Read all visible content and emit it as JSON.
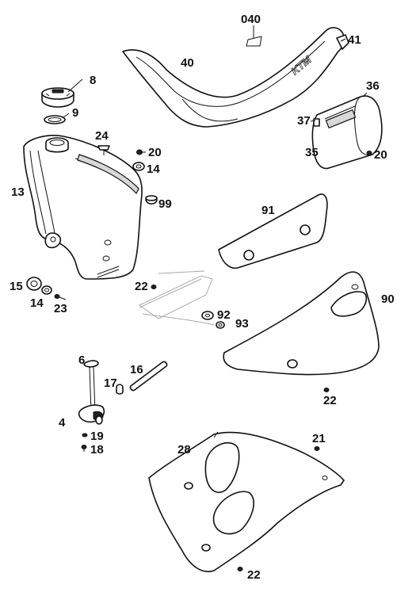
{
  "callouts": [
    {
      "id": "seat-040",
      "label": "040"
    },
    {
      "id": "seat-41",
      "label": "41"
    },
    {
      "id": "seat-40",
      "label": "40"
    },
    {
      "id": "cap-8",
      "label": "8"
    },
    {
      "id": "gasket-9",
      "label": "9"
    },
    {
      "id": "bag-36",
      "label": "36"
    },
    {
      "id": "strap-37",
      "label": "37"
    },
    {
      "id": "bag-35",
      "label": "35"
    },
    {
      "id": "screw-20a",
      "label": "20"
    },
    {
      "id": "screw-20b",
      "label": "20"
    },
    {
      "id": "vent-24",
      "label": "24"
    },
    {
      "id": "bushing-14a",
      "label": "14"
    },
    {
      "id": "tank-13",
      "label": "13"
    },
    {
      "id": "plug-99",
      "label": "99"
    },
    {
      "id": "panel-91",
      "label": "91"
    },
    {
      "id": "mount-15",
      "label": "15"
    },
    {
      "id": "bushing-14b",
      "label": "14"
    },
    {
      "id": "bolt-23",
      "label": "23"
    },
    {
      "id": "screw-22a",
      "label": "22"
    },
    {
      "id": "cover-90",
      "label": "90"
    },
    {
      "id": "washer-92",
      "label": "92"
    },
    {
      "id": "grommet-93",
      "label": "93"
    },
    {
      "id": "screw-22b",
      "label": "22"
    },
    {
      "id": "valve-6",
      "label": "6"
    },
    {
      "id": "hose-16",
      "label": "16"
    },
    {
      "id": "clamp-17",
      "label": "17"
    },
    {
      "id": "petcock-4",
      "label": "4"
    },
    {
      "id": "washer-19",
      "label": "19"
    },
    {
      "id": "screw-18",
      "label": "18"
    },
    {
      "id": "screw-21",
      "label": "21"
    },
    {
      "id": "spoiler-28",
      "label": "28"
    },
    {
      "id": "screw-22c",
      "label": "22"
    }
  ],
  "seat_logo": "KTM"
}
